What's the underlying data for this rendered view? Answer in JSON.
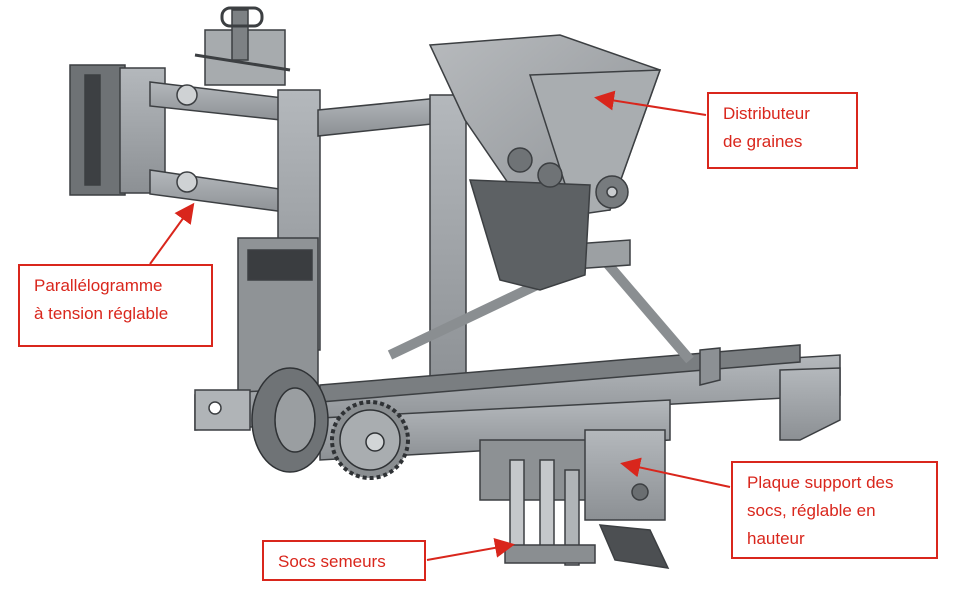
{
  "colors": {
    "callout_red": "#d9261c",
    "machine_steel": "#9a9ea2",
    "machine_dark": "#4a4d50",
    "background": "#ffffff"
  },
  "callouts": {
    "distributeur": "Distributeur\nde graines",
    "parallelogramme": "Parallélogramme\nà tension réglable",
    "plaque": "Plaque support des\nsocs, réglable en\nhauteur",
    "socs": "Socs semeurs"
  }
}
